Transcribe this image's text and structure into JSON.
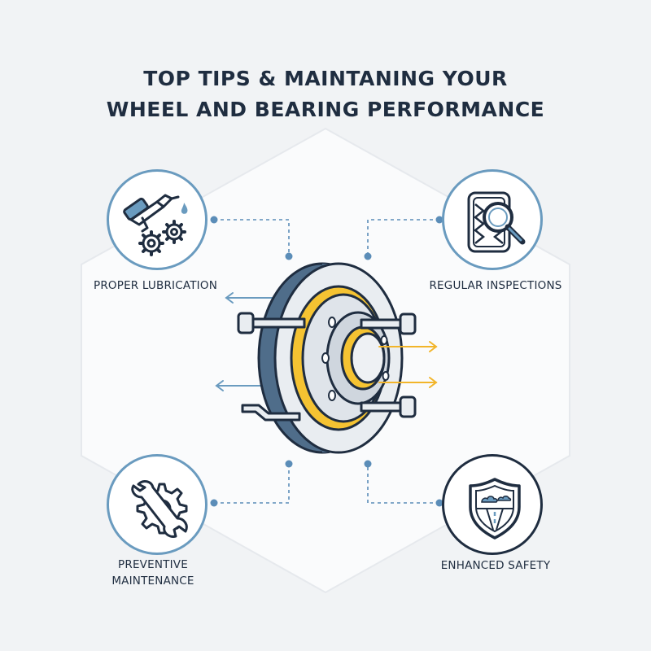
{
  "title": {
    "line1": "TOP TIPS & MAINTANING YOUR",
    "line2": "WHEEL AND BEARING PERFORMANCE"
  },
  "tips": [
    {
      "label": "PROPER LUBRICATION",
      "icon": "grease-gun-gears-icon"
    },
    {
      "label": "REGULAR INSPECTIONS",
      "icon": "tire-magnifier-icon"
    },
    {
      "label_line1": "PREVENTIVE",
      "label_line2": "MAINTENANCE",
      "icon": "wrench-gear-icon"
    },
    {
      "label": "ENHANCED SAFETY",
      "icon": "shield-road-icon"
    }
  ],
  "center_illustration": "wheel-hub-bearing",
  "colors": {
    "navy": "#1f2d40",
    "ring_blue": "#6a9bbf",
    "connector_blue": "#5b8db8",
    "bearing_yellow": "#f5c332",
    "arrow_yellow": "#f2b52a",
    "background": "#f1f3f5"
  }
}
